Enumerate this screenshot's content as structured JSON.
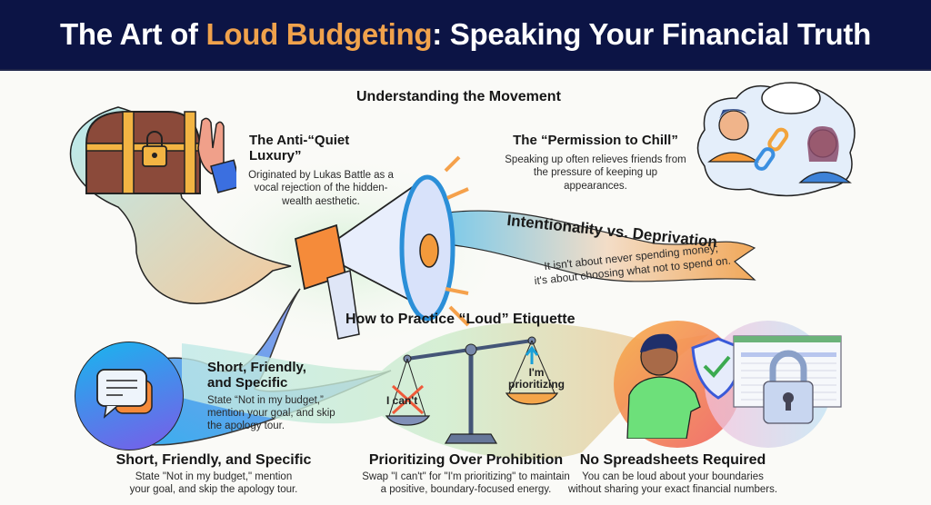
{
  "header": {
    "title_prefix": "The Art of ",
    "title_accent": "Loud Budgeting",
    "title_suffix": ": Speaking Your Financial Truth",
    "accent_color": "#f0a24c",
    "background_color": "#0c1445"
  },
  "understanding": {
    "heading": "Understanding the Movement",
    "anti_quiet_luxury": {
      "title": "The Anti-“Quiet Luxury”",
      "body": "Originated by Lukas Battle as a vocal rejection of the hidden-wealth aesthetic.",
      "icons": [
        "treasure-chest-icon",
        "stop-hand-icon"
      ]
    },
    "permission_to_chill": {
      "title": "The “Permission to Chill”",
      "body": "Speaking up often relieves friends from the pressure of keeping up appearances.",
      "icons": [
        "thought-bubble-icon",
        "broken-chain-icon"
      ]
    },
    "intentionality": {
      "title": "Intentionality vs. Deprivation",
      "body_line1": "It isn't about never spending money;",
      "body_line2": "it's about choosing what not to spend on."
    }
  },
  "etiquette": {
    "heading": "How to Practice “Loud” Etiquette",
    "inline_card": {
      "title_line1": "Short, Friendly,",
      "title_line2": "and Specific",
      "body": "State “Not in my budget,” mention your goal, and skip the apology tour."
    },
    "scale": {
      "left_label": "I can't",
      "right_label_line1": "I'm",
      "right_label_line2": "prioritizing"
    }
  },
  "bottom_cards": [
    {
      "title": "Short, Friendly, and Specific",
      "body_line1": "State \"Not in my budget,\" mention",
      "body_line2": "your goal, and skip the apology tour."
    },
    {
      "title": "Prioritizing Over Prohibition",
      "body_line1": "Swap \"I can't\" for \"I'm prioritizing\" to maintain",
      "body_line2": "a positive, boundary-focused energy."
    },
    {
      "title": "No Spreadsheets Required",
      "body_line1": "You can be loud about your boundaries",
      "body_line2": "without sharing your exact financial numbers."
    }
  ]
}
